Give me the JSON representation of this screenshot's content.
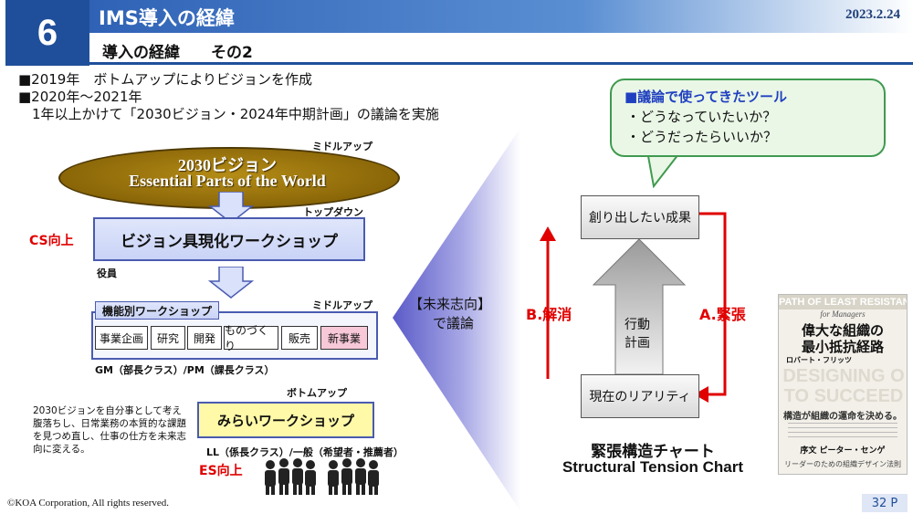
{
  "header": {
    "number": "6",
    "title": "IMS導入の経緯",
    "date": "2023.2.24",
    "subtitle": "導入の経緯　　その2"
  },
  "bullets": [
    "■2019年　ボトムアップによりビジョンを作成",
    "■2020年～2021年",
    "　1年以上かけて「2030ビジョン・2024年中期計画」の議論を実施"
  ],
  "left_diagram": {
    "ellipse_line1": "2030ビジョン",
    "ellipse_line2": "Essential Parts of the World",
    "middle_up_1": "ミドルアップ",
    "top_down": "トップダウン",
    "cs_label": "CS向上",
    "workshop1": "ビジョン具現化ワークショップ",
    "executives": "役員",
    "functional_ws": "機能別ワークショップ",
    "middle_up_2": "ミドルアップ",
    "departments": [
      "事業企画",
      "研究",
      "開発",
      "ものづくり",
      "販売",
      "新事業"
    ],
    "gm_pm": "GM（部長クラス）/PM（課長クラス）",
    "bottom_up": "ボトムアップ",
    "note": "2030ビジョンを自分事として考え腹落ちし、日常業務の本質的な課題を見つめ直し、仕事の仕方を未来志向に変える。",
    "mirai_ws": "みらいワークショップ",
    "ll_general": "LL（係長クラス）/一般（希望者・推薦者）",
    "es_label": "ES向上"
  },
  "center": {
    "line1": "【未来志向】",
    "line2": "で議論"
  },
  "balloon": {
    "heading": "■議論で使ってきたツール",
    "q1": "・どうなっていたいか？",
    "q2": "・どうだったらいいか？"
  },
  "tension_chart": {
    "top_box": "創り出したい成果",
    "bottom_box": "現在のリアリティ",
    "left_label": "B.解消",
    "right_label": "A.緊張",
    "action_line1": "行動",
    "action_line2": "計画",
    "title_jp": "緊張構造チャート",
    "title_en": "Structural Tension Chart"
  },
  "book": {
    "top_text": "PATH OF LEAST RESISTANCE",
    "for_managers": "for Managers",
    "title_line1": "偉大な組織の",
    "title_line2": "最小抵抗経路",
    "author": "ロバート・フリッツ",
    "big_en1": "DESIGNING O",
    "big_en2": "TO SUCCEED",
    "tagline": "構造が組織の運命を決める。",
    "preface": "序文 ピーター・センゲ",
    "bottom": "リーダーのための組織デザイン法則"
  },
  "colors": {
    "header_blue": "#1f4f9a",
    "red": "#e00000",
    "balloon_green": "#3f9a4f",
    "page_badge": "#1f4f9a"
  },
  "footer": {
    "copyright": "©KOA Corporation, All rights reserved.",
    "page": "32 P"
  }
}
